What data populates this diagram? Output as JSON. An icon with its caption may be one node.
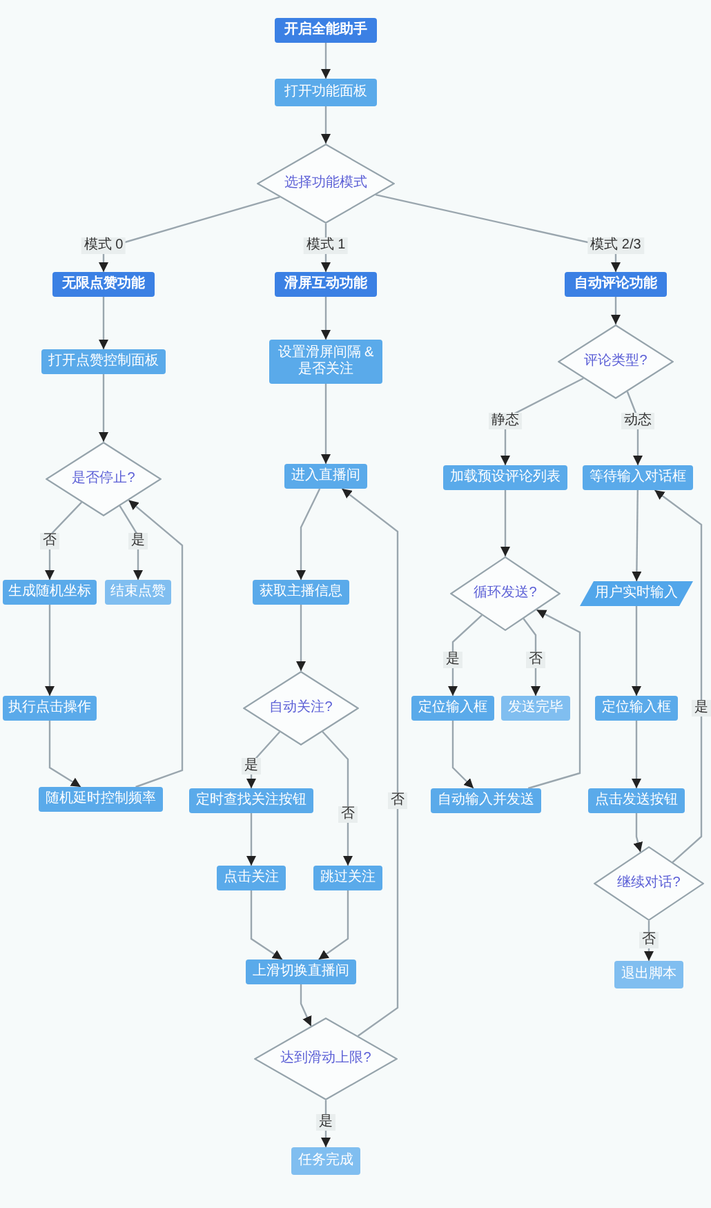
{
  "diagram": {
    "nodes": [
      {
        "text": [
          "开启全能助手"
        ]
      },
      {
        "text": [
          "打开功能面板"
        ]
      },
      {
        "text": [
          "选择功能模式"
        ]
      },
      {
        "text": [
          "无限点赞功能"
        ]
      },
      {
        "text": [
          "滑屏互动功能"
        ]
      },
      {
        "text": [
          "自动评论功能"
        ]
      },
      {
        "text": [
          "打开点赞控制面板"
        ]
      },
      {
        "text": [
          "是否停止?"
        ]
      },
      {
        "text": [
          "生成随机坐标"
        ]
      },
      {
        "text": [
          "结束点赞"
        ]
      },
      {
        "text": [
          "执行点击操作"
        ]
      },
      {
        "text": [
          "随机延时控制频率"
        ]
      },
      {
        "text": [
          "设置滑屏间隔 & 是否关注"
        ]
      },
      {
        "text": [
          "进入直播间"
        ]
      },
      {
        "text": [
          "获取主播信息"
        ]
      },
      {
        "text": [
          "自动关注?"
        ]
      },
      {
        "text": [
          "定时查找关注按钮"
        ]
      },
      {
        "text": [
          "点击关注"
        ]
      },
      {
        "text": [
          "跳过关注"
        ]
      },
      {
        "text": [
          "上滑切换直播间"
        ]
      },
      {
        "text": [
          "达到滑动上限?"
        ]
      },
      {
        "text": [
          "任务完成"
        ]
      },
      {
        "text": [
          "评论类型?"
        ]
      },
      {
        "text": [
          "加载预设评论列表"
        ]
      },
      {
        "text": [
          "循环发送?"
        ]
      },
      {
        "text": [
          "定位输入框"
        ]
      },
      {
        "text": [
          "发送完毕"
        ]
      },
      {
        "text": [
          "自动输入并发送"
        ]
      },
      {
        "text": [
          "等待输入对话框"
        ]
      },
      {
        "text": [
          "用户实时输入"
        ]
      },
      {
        "text": [
          "定位输入框"
        ]
      },
      {
        "text": [
          "点击发送按钮"
        ]
      },
      {
        "text": [
          "继续对话?"
        ]
      },
      {
        "text": [
          "退出脚本"
        ]
      }
    ],
    "edges": [
      {
        "from": 0,
        "to": 1,
        "arrow": "to"
      },
      {
        "from": 1,
        "to": 2,
        "arrow": "to"
      },
      {
        "from": 2,
        "to": 3,
        "label": "模式 0",
        "arrow": "to"
      },
      {
        "from": 2,
        "to": 4,
        "label": "模式 1",
        "arrow": "to"
      },
      {
        "from": 2,
        "to": 5,
        "label": "模式 2/3",
        "arrow": "to"
      },
      {
        "from": 3,
        "to": 6,
        "arrow": "to"
      },
      {
        "from": 6,
        "to": 7,
        "arrow": "to"
      },
      {
        "from": 7,
        "to": 8,
        "label": "否",
        "arrow": "to"
      },
      {
        "from": 7,
        "to": 9,
        "label": "是",
        "arrow": "to"
      },
      {
        "from": 8,
        "to": 10,
        "arrow": "to"
      },
      {
        "from": 10,
        "to": 11,
        "arrow": "to"
      },
      {
        "from": 11,
        "to": 7,
        "arrow": "to"
      },
      {
        "from": 4,
        "to": 12,
        "arrow": "to"
      },
      {
        "from": 12,
        "to": 13,
        "arrow": "to"
      },
      {
        "from": 13,
        "to": 14,
        "arrow": "to"
      },
      {
        "from": 14,
        "to": 15,
        "arrow": "to"
      },
      {
        "from": 15,
        "to": 16,
        "label": "是",
        "arrow": "to"
      },
      {
        "from": 15,
        "to": 18,
        "label": "否",
        "arrow": "to"
      },
      {
        "from": 16,
        "to": 17,
        "arrow": "to"
      },
      {
        "from": 17,
        "to": 19,
        "arrow": "to"
      },
      {
        "from": 18,
        "to": 19,
        "arrow": "to"
      },
      {
        "from": 19,
        "to": 20,
        "arrow": "to"
      },
      {
        "from": 20,
        "to": 21,
        "label": "是",
        "arrow": "to"
      },
      {
        "from": 20,
        "to": 13,
        "label": "否",
        "arrow": "to"
      },
      {
        "from": 5,
        "to": 22,
        "arrow": "to"
      },
      {
        "from": 22,
        "to": 23,
        "label": "静态",
        "arrow": "to"
      },
      {
        "from": 22,
        "to": 28,
        "label": "动态",
        "arrow": "to"
      },
      {
        "from": 23,
        "to": 24,
        "arrow": "to"
      },
      {
        "from": 24,
        "to": 25,
        "label": "是",
        "arrow": "to"
      },
      {
        "from": 24,
        "to": 26,
        "label": "否",
        "arrow": "to"
      },
      {
        "from": 25,
        "to": 27,
        "arrow": "to"
      },
      {
        "from": 27,
        "to": 24,
        "arrow": "to"
      },
      {
        "from": 28,
        "to": 29,
        "arrow": "to"
      },
      {
        "from": 29,
        "to": 30,
        "arrow": "to"
      },
      {
        "from": 30,
        "to": 31,
        "arrow": "to"
      },
      {
        "from": 31,
        "to": 32,
        "arrow": "to"
      },
      {
        "from": 32,
        "to": 28,
        "label": "是",
        "arrow": "to"
      },
      {
        "from": 32,
        "to": 33,
        "label": "否",
        "arrow": "to"
      }
    ]
  }
}
